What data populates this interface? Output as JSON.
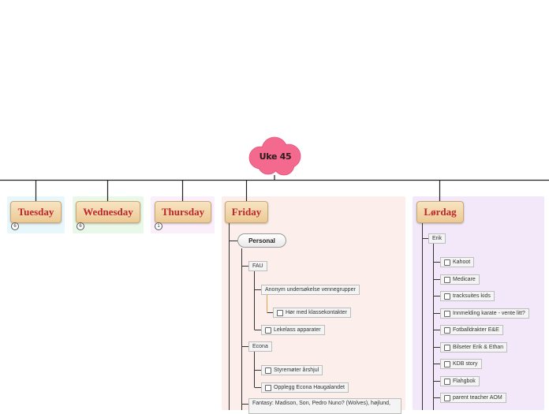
{
  "root": {
    "label": "Uke 45"
  },
  "days": {
    "tuesday": {
      "label": "Tuesday",
      "count": "6"
    },
    "wednesday": {
      "label": "Wednesday",
      "count": "6"
    },
    "thursday": {
      "label": "Thursday",
      "count": "1"
    },
    "friday": {
      "label": "Friday"
    },
    "lordag": {
      "label": "Lørdag"
    }
  },
  "friday": {
    "personal": "Personal",
    "fau": "FAU",
    "fau_items": {
      "survey": "Anonym undersøkelse vennegrupper",
      "contacts": "Hør med klassekontakter",
      "apparatus": "Lekelass apparater"
    },
    "econa": "Econa",
    "econa_items": {
      "styremoter": "Styremøter årshjul",
      "opplegg": "Opplegg Econa Haugalandet"
    },
    "fantasy": "Fantasy: Madison, Son, Pedro Nuno? (Wolves), højlund,"
  },
  "lordag": {
    "erik": "Erik",
    "items": [
      "Kahoot",
      "Medicare",
      "tracksuites kids",
      "Innmelding karate - vente litt?",
      "Fotballdrakter E&E",
      "Bilseter Erik & Ethan",
      "KDB story",
      "Flahgbok",
      "parent teacher AOM"
    ]
  },
  "colors": {
    "tuesday_bg": "#e7f7fb",
    "wednesday_bg": "#eaf8e9",
    "thursday_bg": "#fbeffb",
    "friday_bg": "#fcefeb",
    "lordag_bg": "#f2e8f9",
    "root_cloud": "#f46a8e",
    "day_text": "#c0242b"
  }
}
